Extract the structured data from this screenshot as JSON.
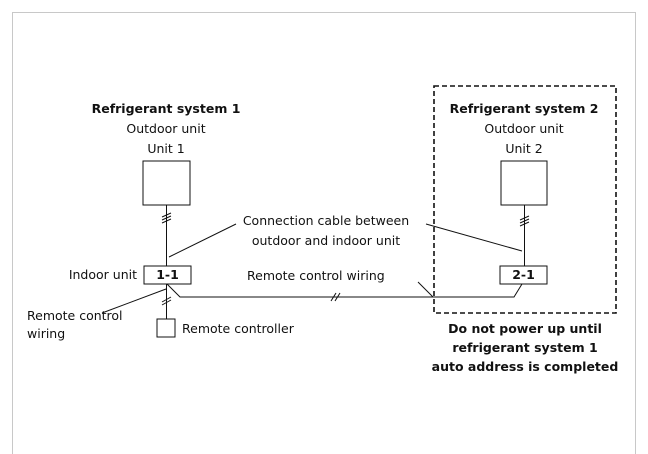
{
  "system1": {
    "title": "Refrigerant system 1",
    "outdoor_label": "Outdoor unit",
    "unit_label": "Unit 1",
    "indoor_unit_id": "1-1"
  },
  "system2": {
    "title": "Refrigerant system 2",
    "outdoor_label": "Outdoor unit",
    "unit_label": "Unit 2",
    "indoor_unit_id": "2-1"
  },
  "labels": {
    "indoor_unit": "Indoor unit",
    "connection_cable_line1": "Connection cable between",
    "connection_cable_line2": "outdoor and indoor unit",
    "remote_control_wiring": "Remote control wiring",
    "remote_control_wiring_left_line1": "Remote control",
    "remote_control_wiring_left_line2": "wiring",
    "remote_controller": "Remote controller"
  },
  "warning": {
    "line1": "Do not power up until",
    "line2": "refrigerant system 1",
    "line3": "auto address is completed"
  }
}
